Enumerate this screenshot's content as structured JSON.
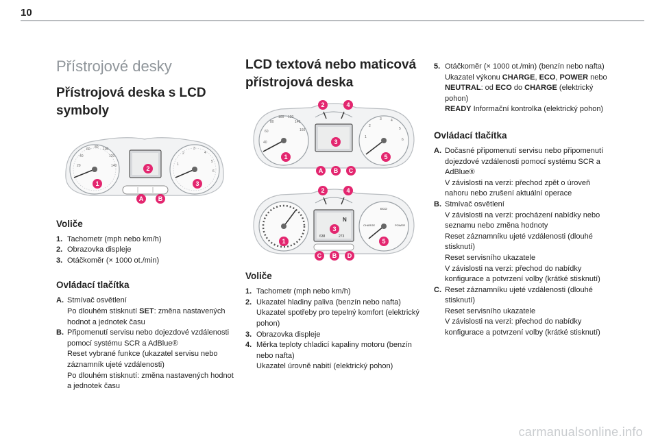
{
  "page_number": "10",
  "col1": {
    "title": "Přístrojové desky",
    "section_title": "Přístrojová deska s LCD symboly",
    "figure_badges": [
      "1",
      "2",
      "3",
      "A",
      "B"
    ],
    "voliche_title": "Voliče",
    "voliche": [
      {
        "key": "1.",
        "text": "Tachometr (mph nebo km/h)"
      },
      {
        "key": "2.",
        "text": "Obrazovka displeje"
      },
      {
        "key": "3.",
        "text": "Otáčkoměr (× 1000 ot./min)"
      }
    ],
    "buttons_title": "Ovládací tlačítka",
    "buttons": [
      {
        "key": "A.",
        "l1": "Stmívač osvětlení",
        "l2a": "Po dlouhém stisknutí ",
        "l2b": "SET",
        "l2c": ": změna nastavených hodnot a jednotek času"
      },
      {
        "key": "B.",
        "l1": "Připomenutí servisu nebo dojezdové vzdálenosti pomocí systému SCR a AdBlue®",
        "l2": "Reset vybrané funkce (ukazatel servisu nebo záznamník ujeté vzdálenosti)",
        "l3": "Po dlouhém stisknutí: změna nastavených hodnot a jednotek času"
      }
    ]
  },
  "col2": {
    "section_title": "LCD textová nebo maticová přístrojová deska",
    "figure1_badges": [
      "1",
      "2",
      "3",
      "4",
      "5",
      "A",
      "B",
      "C"
    ],
    "figure2_badges": [
      "1",
      "2",
      "3",
      "4",
      "5",
      "C",
      "B",
      "D"
    ],
    "figure2_display": {
      "letter": "N",
      "left_value": "638",
      "right_value": "273",
      "eco_label": "ECO",
      "charge_label": "CHARGE",
      "power_label": "POWER"
    },
    "voliche_title": "Voliče",
    "voliche": [
      {
        "key": "1.",
        "lines": [
          "Tachometr (mph nebo km/h)"
        ]
      },
      {
        "key": "2.",
        "lines": [
          "Ukazatel hladiny paliva (benzín nebo nafta)",
          "Ukazatel spotřeby pro tepelný komfort (elektrický pohon)"
        ]
      },
      {
        "key": "3.",
        "lines": [
          "Obrazovka displeje"
        ]
      },
      {
        "key": "4.",
        "lines": [
          "Měrka teploty chladicí kapaliny motoru (benzín nebo nafta)",
          "Ukazatel úrovně nabití (elektrický pohon)"
        ]
      }
    ]
  },
  "col3": {
    "item5": {
      "key": "5.",
      "l1": "Otáčkoměr (× 1000 ot./min) (benzín nebo nafta)",
      "l2a": "Ukazatel výkonu ",
      "l2b": "CHARGE",
      "l2c": ", ",
      "l2d": "ECO",
      "l2e": ", ",
      "l2f": "POWER",
      "l2g": " nebo ",
      "l2h": "NEUTRAL",
      "l2i": ": od ",
      "l2j": "ECO",
      "l2k": " do ",
      "l2l": "CHARGE",
      "l2m": " (elektrický pohon)",
      "l3a": "READY",
      "l3b": " Informační kontrolka (elektrický pohon)"
    },
    "buttons_title": "Ovládací tlačítka",
    "buttons": [
      {
        "key": "A.",
        "lines": [
          "Dočasné připomenutí servisu nebo připomenutí dojezdové vzdálenosti pomocí systému SCR a AdBlue®",
          "V závislosti na verzi: přechod zpět o úroveň nahoru nebo zrušení aktuální operace"
        ]
      },
      {
        "key": "B.",
        "lines": [
          "Stmívač osvětlení",
          "V závislosti na verzi: procházení nabídky nebo seznamu nebo změna hodnoty",
          "Reset záznamníku ujeté vzdálenosti (dlouhé stisknutí)",
          "Reset servisního ukazatele",
          "V závislosti na verzi: přechod do nabídky konfigurace a potvrzení volby (krátké stisknutí)"
        ]
      },
      {
        "key": "C.",
        "lines": [
          "Reset záznamníku ujeté vzdálenosti (dlouhé stisknutí)",
          "Reset servisního ukazatele",
          "V závislosti na verzi: přechod do nabídky konfigurace a potvrzení volby (krátké stisknutí)"
        ]
      }
    ]
  },
  "watermark": "carmanualsonline.info",
  "colors": {
    "badge": "#e3266f",
    "rule": "#b9bcbf",
    "light_title": "#8f959a"
  }
}
